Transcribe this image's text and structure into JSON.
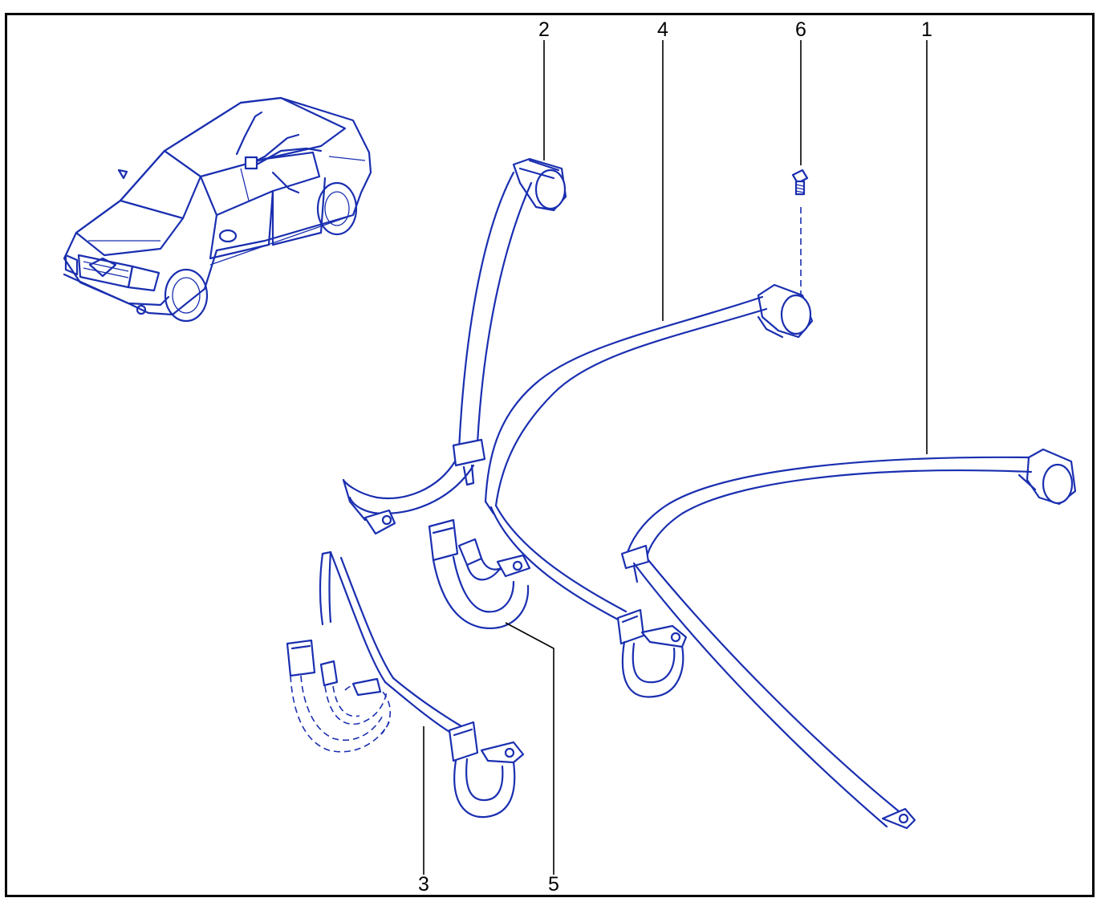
{
  "diagram": {
    "callouts": [
      {
        "id": "c1",
        "label": "1"
      },
      {
        "id": "c2",
        "label": "2"
      },
      {
        "id": "c3",
        "label": "3"
      },
      {
        "id": "c4",
        "label": "4"
      },
      {
        "id": "c5",
        "label": "5"
      },
      {
        "id": "c6",
        "label": "6"
      }
    ],
    "line_color": "#1a2fb0",
    "frame_color": "#000000",
    "icons": [
      "car-illustration",
      "seat-belt-retractor",
      "bolt-icon",
      "buckle"
    ]
  }
}
